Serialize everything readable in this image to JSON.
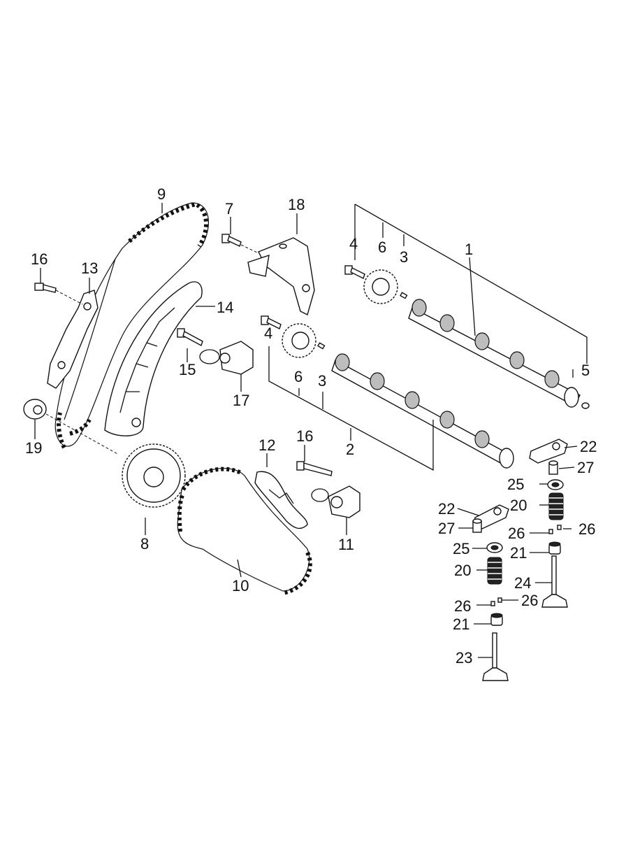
{
  "diagram": {
    "callouts": [
      {
        "id": "c1",
        "text": "1"
      },
      {
        "id": "c2",
        "text": "2"
      },
      {
        "id": "c3a",
        "text": "3"
      },
      {
        "id": "c3b",
        "text": "3"
      },
      {
        "id": "c4a",
        "text": "4"
      },
      {
        "id": "c4b",
        "text": "4"
      },
      {
        "id": "c5",
        "text": "5"
      },
      {
        "id": "c6a",
        "text": "6"
      },
      {
        "id": "c6b",
        "text": "6"
      },
      {
        "id": "c7",
        "text": "7"
      },
      {
        "id": "c8",
        "text": "8"
      },
      {
        "id": "c9",
        "text": "9"
      },
      {
        "id": "c10",
        "text": "10"
      },
      {
        "id": "c11",
        "text": "11"
      },
      {
        "id": "c12",
        "text": "12"
      },
      {
        "id": "c13",
        "text": "13"
      },
      {
        "id": "c14",
        "text": "14"
      },
      {
        "id": "c15",
        "text": "15"
      },
      {
        "id": "c16a",
        "text": "16"
      },
      {
        "id": "c16b",
        "text": "16"
      },
      {
        "id": "c17",
        "text": "17"
      },
      {
        "id": "c18",
        "text": "18"
      },
      {
        "id": "c19",
        "text": "19"
      },
      {
        "id": "c20a",
        "text": "20"
      },
      {
        "id": "c20b",
        "text": "20"
      },
      {
        "id": "c21a",
        "text": "21"
      },
      {
        "id": "c21b",
        "text": "21"
      },
      {
        "id": "c22a",
        "text": "22"
      },
      {
        "id": "c22b",
        "text": "22"
      },
      {
        "id": "c23",
        "text": "23"
      },
      {
        "id": "c24",
        "text": "24"
      },
      {
        "id": "c25a",
        "text": "25"
      },
      {
        "id": "c25b",
        "text": "25"
      },
      {
        "id": "c26a",
        "text": "26"
      },
      {
        "id": "c26b",
        "text": "26"
      },
      {
        "id": "c26c",
        "text": "26"
      },
      {
        "id": "c26d",
        "text": "26"
      },
      {
        "id": "c27a",
        "text": "27"
      },
      {
        "id": "c27b",
        "text": "27"
      }
    ]
  }
}
